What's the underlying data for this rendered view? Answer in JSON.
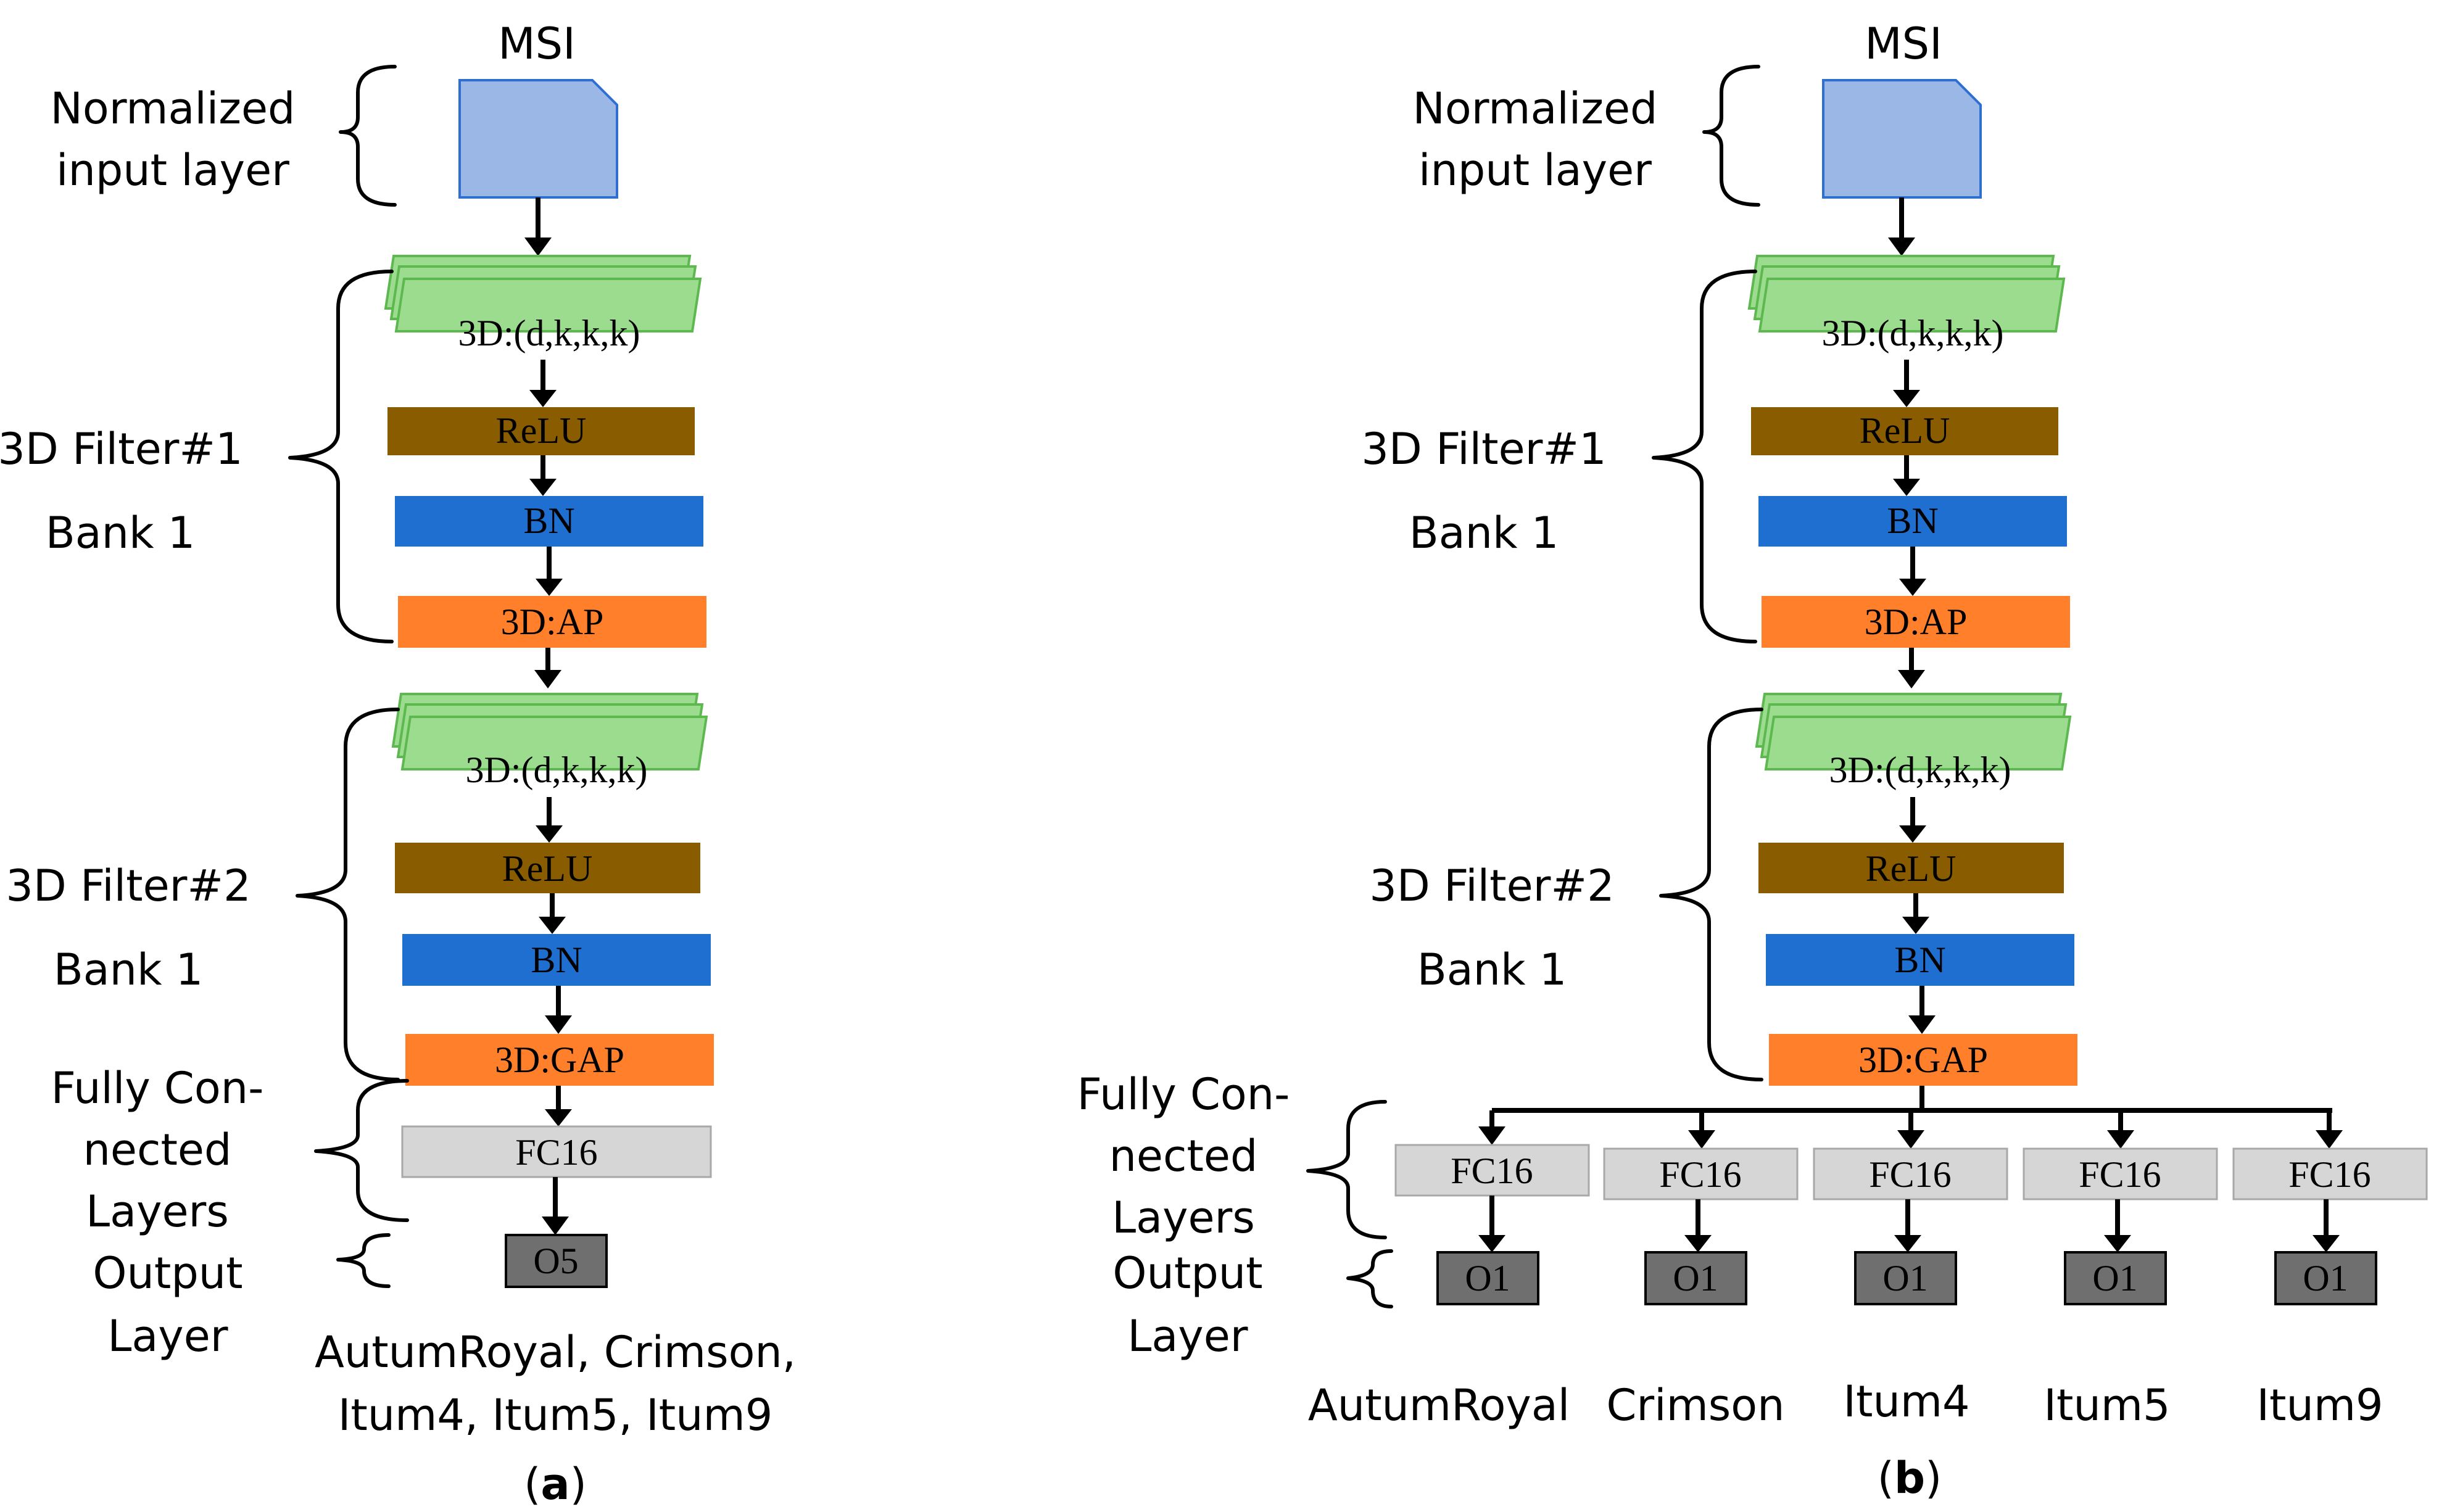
{
  "colors": {
    "msi_fill": "#9bb7e6",
    "msi_stroke": "#2f6fd0",
    "conv_fill": "#9bdc8f",
    "conv_stroke": "#5cb84f",
    "relu": "#8a5c00",
    "bn": "#1e6fd0",
    "pool": "#ff7f2a",
    "fc": "#d6d6d6",
    "output": "#6f6f6f"
  },
  "panel_a": {
    "input_title": "MSI",
    "norm_label_1": "Normalized",
    "norm_label_2": "input layer",
    "bank1_label_1": "3D Filter#1",
    "bank1_label_2": "Bank 1",
    "bank2_label_1": "3D Filter#2",
    "bank2_label_2": "Bank 1",
    "conv1": "3D:(d,k,k,k)",
    "relu1": "ReLU",
    "bn1": "BN",
    "pool1": "3D:AP",
    "conv2": "3D:(d,k,k,k)",
    "relu2": "ReLU",
    "bn2": "BN",
    "pool2": "3D:GAP",
    "fc_label_1": "Fully Con-",
    "fc_label_2": "nected",
    "fc_label_3": "Layers",
    "out_label_1": "Output",
    "out_label_2": "Layer",
    "fc": "FC16",
    "output": "O5",
    "classes_line_1": "AutumRoyal, Crimson,",
    "classes_line_2": "Itum4, Itum5, Itum9",
    "caption": "a"
  },
  "panel_b": {
    "input_title": "MSI",
    "norm_label_1": "Normalized",
    "norm_label_2": "input layer",
    "bank1_label_1": "3D Filter#1",
    "bank1_label_2": "Bank 1",
    "bank2_label_1": "3D Filter#2",
    "bank2_label_2": "Bank 1",
    "conv1": "3D:(d,k,k,k)",
    "relu1": "ReLU",
    "bn1": "BN",
    "pool1": "3D:AP",
    "conv2": "3D:(d,k,k,k)",
    "relu2": "ReLU",
    "bn2": "BN",
    "pool2": "3D:GAP",
    "fc_label_1": "Fully Con-",
    "fc_label_2": "nected",
    "fc_label_3": "Layers",
    "out_label_1": "Output",
    "out_label_2": "Layer",
    "heads": [
      {
        "fc": "FC16",
        "output": "O1",
        "class": "AutumRoyal"
      },
      {
        "fc": "FC16",
        "output": "O1",
        "class": "Crimson"
      },
      {
        "fc": "FC16",
        "output": "O1",
        "class": "Itum4"
      },
      {
        "fc": "FC16",
        "output": "O1",
        "class": "Itum5"
      },
      {
        "fc": "FC16",
        "output": "O1",
        "class": "Itum9"
      }
    ],
    "caption": "b"
  }
}
